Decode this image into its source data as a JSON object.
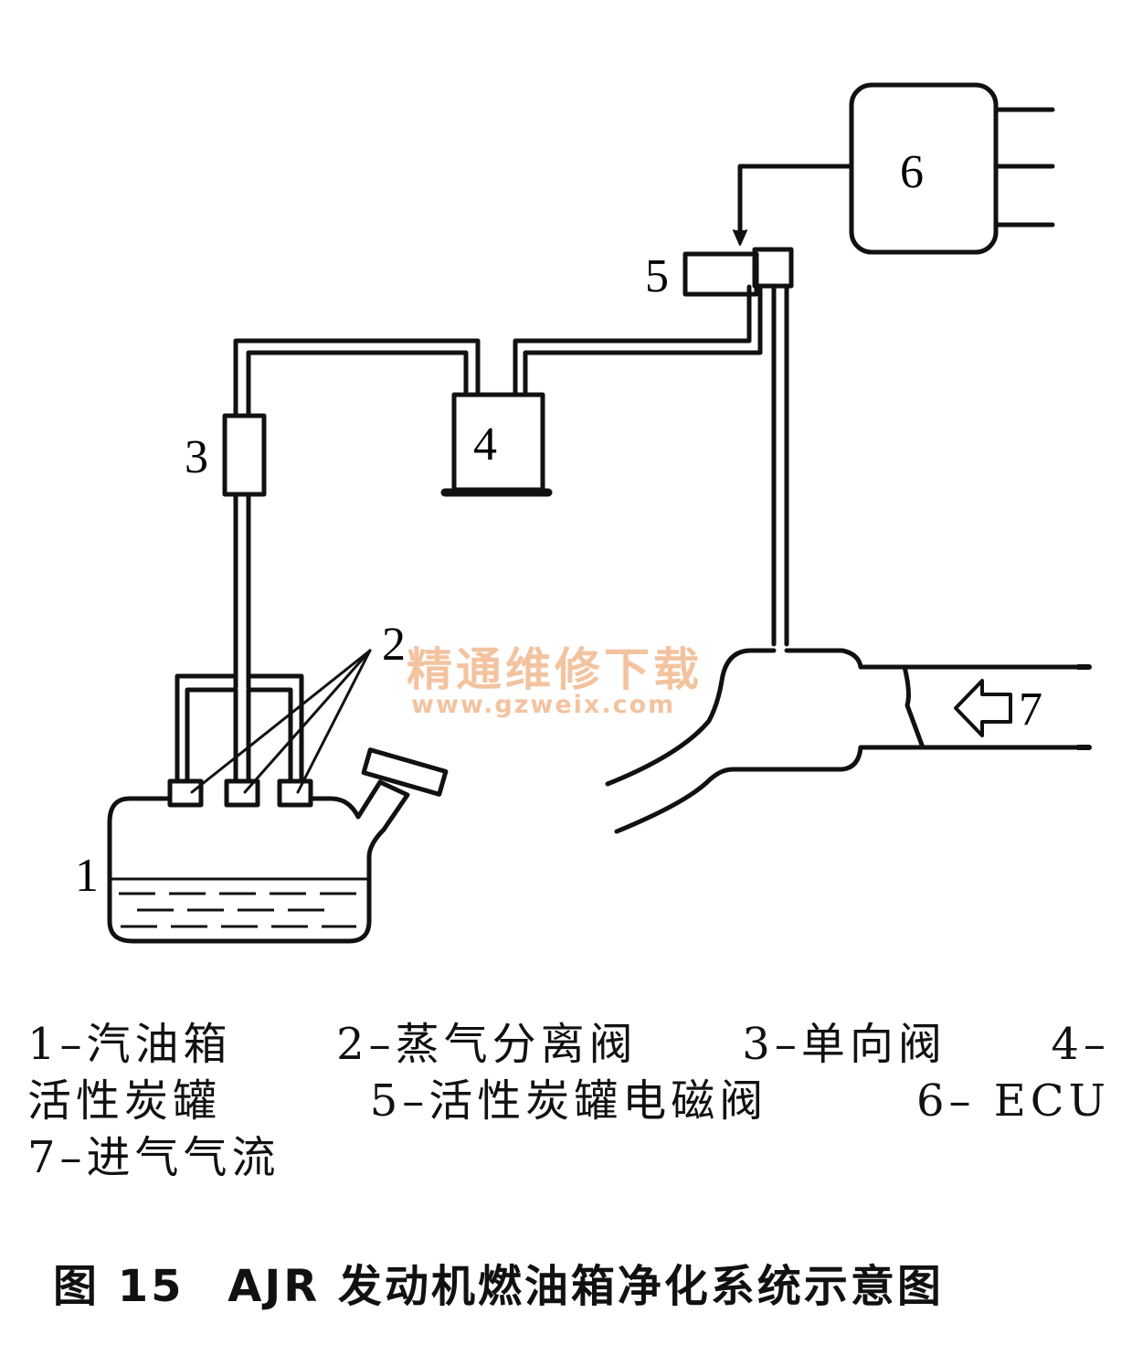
{
  "diagram": {
    "labels": {
      "fuel_tank": "1",
      "separation_valves": "2",
      "check_valve": "3",
      "canister": "4",
      "solenoid_valve": "5",
      "ecu": "6",
      "intake_airflow": "7"
    },
    "watermark": {
      "text": "精通维修下载",
      "url": "www.gzweix.com"
    }
  },
  "legend": {
    "line1": [
      "1–汽油箱",
      "2–蒸气分离阀",
      "3–单向阀",
      "4–"
    ],
    "line2": [
      "活性炭罐",
      "5–活性炭罐电磁阀",
      "6– ECU"
    ],
    "line3": [
      "7–进气气流"
    ]
  },
  "caption": {
    "figure_no": "图 15",
    "title": "AJR 发动机燃油箱净化系统示意图"
  }
}
